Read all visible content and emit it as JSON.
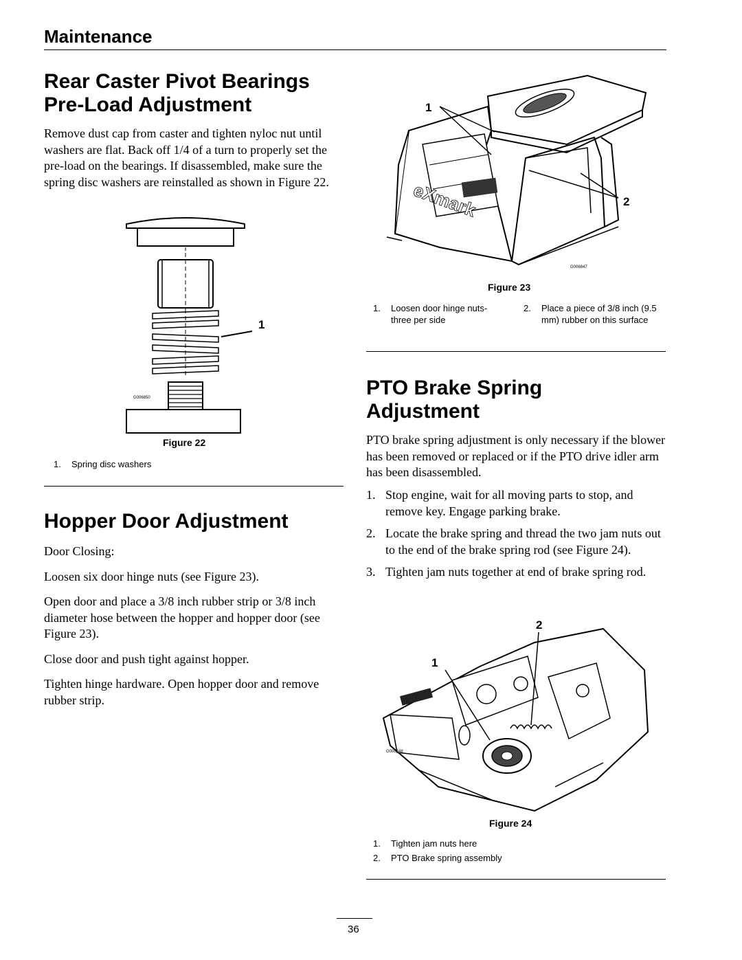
{
  "header": {
    "section": "Maintenance"
  },
  "rear_caster": {
    "title_line1": "Rear Caster Pivot Bearings",
    "title_line2": "Pre-Load Adjustment",
    "body": "Remove dust cap from caster and tighten nyloc nut until washers are flat. Back off 1/4 of a turn to properly set the pre-load on the bearings. If disassembled, make sure the spring disc washers are reinstalled as shown in Figure 22."
  },
  "figure22": {
    "callout": "1",
    "code": "G006850",
    "caption": "Figure 22",
    "legend": [
      {
        "num": "1.",
        "text": "Spring disc washers"
      }
    ]
  },
  "hopper": {
    "title": "Hopper Door Adjustment",
    "paragraphs": [
      "Door Closing:",
      "Loosen six door hinge nuts (see Figure 23).",
      "Open door and place a 3/8 inch rubber strip or 3/8 inch diameter hose between the hopper and hopper door (see Figure 23).",
      "Close door and push tight against hopper.",
      "Tighten hinge hardware. Open hopper door and remove rubber strip."
    ]
  },
  "figure23": {
    "callout1": "1",
    "callout2": "2",
    "logo": "eXmark",
    "code": "G006847",
    "caption": "Figure 23",
    "legend": [
      {
        "num": "1.",
        "text": "Loosen door hinge nuts-three per side"
      },
      {
        "num": "2.",
        "text": "Place a piece of 3/8 inch (9.5 mm) rubber on this surface"
      }
    ]
  },
  "pto": {
    "title_line1": "PTO Brake Spring",
    "title_line2": "Adjustment",
    "intro": "PTO brake spring adjustment is only necessary if the blower has been removed or replaced or if the PTO drive idler arm has been disassembled.",
    "steps": [
      {
        "num": "1.",
        "text": "Stop engine, wait for all moving parts to stop, and remove key. Engage parking brake."
      },
      {
        "num": "2.",
        "text": "Locate the brake spring and thread the two jam nuts out to the end of the brake spring rod (see Figure 24)."
      },
      {
        "num": "3.",
        "text": "Tighten jam nuts together at end of brake spring rod."
      }
    ]
  },
  "figure24": {
    "callout1": "1",
    "callout2": "2",
    "code": "G006848",
    "caption": "Figure 24",
    "legend": [
      {
        "num": "1.",
        "text": "Tighten jam nuts here"
      },
      {
        "num": "2.",
        "text": "PTO Brake spring assembly"
      }
    ]
  },
  "footer": {
    "page_number": "36"
  }
}
